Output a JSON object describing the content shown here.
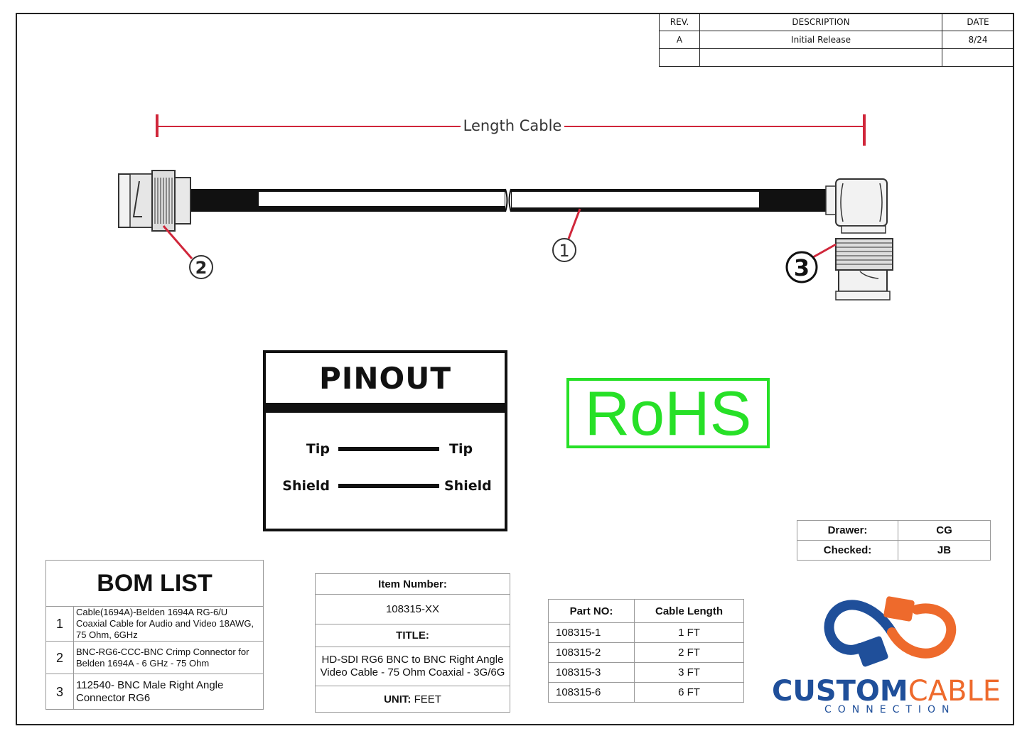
{
  "revision_table": {
    "headers": [
      "REV.",
      "DESCRIPTION",
      "DATE"
    ],
    "rows": [
      [
        "A",
        "Initial Release",
        "8/24"
      ],
      [
        "",
        "",
        ""
      ]
    ]
  },
  "diagram": {
    "length_label": "Length Cable",
    "callouts": [
      "1",
      "2",
      "3"
    ]
  },
  "pinout": {
    "title": "PINOUT",
    "rows": [
      {
        "left": "Tip",
        "right": "Tip"
      },
      {
        "left": "Shield",
        "right": "Shield"
      }
    ]
  },
  "rohs": "RoHS",
  "drawer_table": {
    "rows": [
      [
        "Drawer:",
        "CG"
      ],
      [
        "Checked:",
        "JB"
      ]
    ]
  },
  "bom": {
    "title": "BOM LIST",
    "items": [
      {
        "num": "1",
        "text": "Cable(1694A)-Belden 1694A RG-6/U Coaxial Cable for Audio and Video 18AWG, 75 Ohm, 6GHz"
      },
      {
        "num": "2",
        "text": "BNC-RG6-CCC-BNC Crimp Connector for Belden 1694A - 6 GHz - 75 Ohm"
      },
      {
        "num": "3",
        "text": "112540- BNC Male Right Angle Connector RG6"
      }
    ]
  },
  "item_block": {
    "item_label": "Item Number:",
    "item_value": "108315-XX",
    "title_label": "TITLE:",
    "title_value": "HD-SDI RG6 BNC to BNC Right Angle Video Cable - 75 Ohm Coaxial - 3G/6G",
    "unit_label": "UNIT:",
    "unit_value": "FEET"
  },
  "parts_table": {
    "headers": [
      "Part NO:",
      "Cable Length"
    ],
    "rows": [
      [
        "108315-1",
        "1 FT"
      ],
      [
        "108315-2",
        "2 FT"
      ],
      [
        "108315-3",
        "3 FT"
      ],
      [
        "108315-6",
        "6 FT"
      ]
    ]
  },
  "logo": {
    "word1": "CUSTOM",
    "word2": "CABLE",
    "sub": "CONNECTION",
    "color_blue": "#1f4f9a",
    "color_orange": "#ee6a2c"
  },
  "colors": {
    "dimension_line": "#d0263a",
    "rohs_green": "#27e027"
  }
}
